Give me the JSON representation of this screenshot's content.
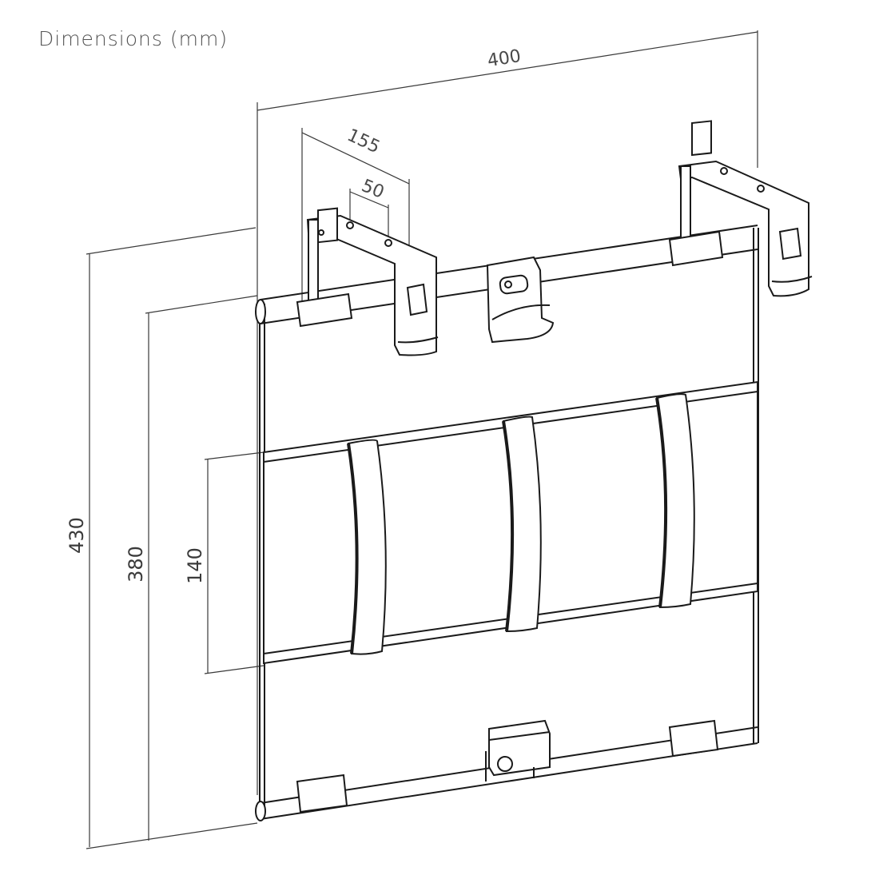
{
  "title": "Dimensions (mm)",
  "dimensions": {
    "width_overall": "400",
    "bracket_spacing": "155",
    "hole_spacing": "50",
    "height_overall": "430",
    "height_inner": "380",
    "panel_height": "140"
  }
}
